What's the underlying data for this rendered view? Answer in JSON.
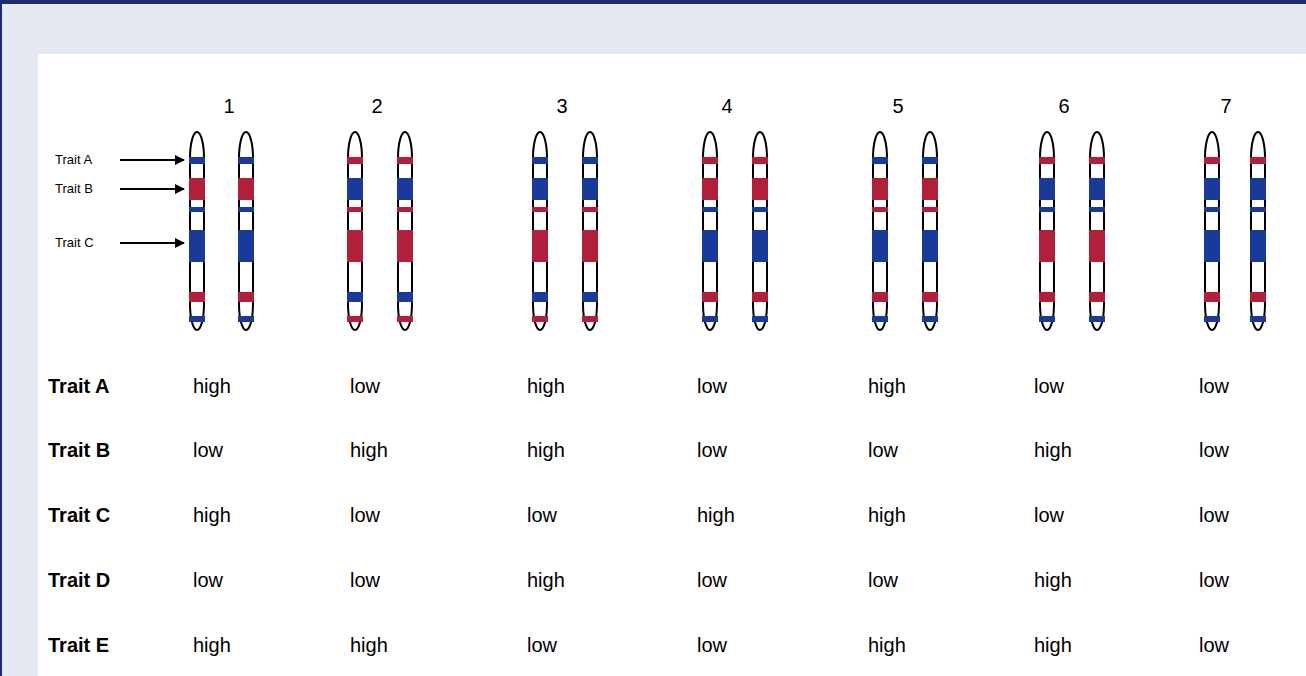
{
  "diagram": {
    "labels": [
      "1",
      "2",
      "3",
      "4",
      "5",
      "6",
      "7",
      "Trait A",
      "Trait B",
      "Trait C",
      "Trait A",
      "high",
      "low",
      "high",
      "low",
      "high",
      "low",
      "low",
      "Trait B",
      "low",
      "high",
      "high",
      "low",
      "low",
      "high",
      "low",
      "Trait C",
      "high",
      "low",
      "low",
      "high",
      "high",
      "low",
      "low",
      "Trait D",
      "low",
      "low",
      "high",
      "low",
      "low",
      "high",
      "low",
      "Trait E",
      "high",
      "high",
      "low",
      "low",
      "high",
      "high",
      "low"
    ]
  }
}
